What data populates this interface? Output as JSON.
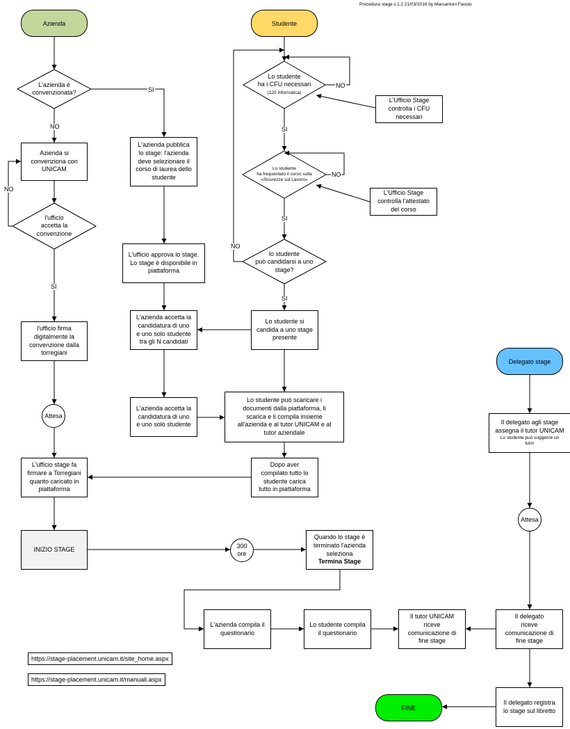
{
  "header": "Procedura stage v.1.2  21/03/2016 by Marcantoni Fausto",
  "colors": {
    "azienda": "#c4d79b",
    "studente": "#ffd966",
    "delegato": "#66c2ff",
    "fine": "#00ee00",
    "gray_box": "#f2f2f2"
  },
  "terminals": {
    "azienda": "Azienda",
    "studente": "Studente",
    "delegato": "Delegato stage",
    "fine": "FINE"
  },
  "azienda": {
    "dec_convenzionata": "L'azienda è\nconvenzionata?",
    "convenziona": "Azienda si\nconvenziona con\nUNICAM",
    "dec_ufficio_accetta": "l'ufficio\naccetta la\nconvenzione",
    "firma": "l'ufficio firma\ndigitalmente la\nconvenzione dalla\ntorregiani",
    "attesa": "Attesa",
    "fa_firmare": "L'ufficio stage fa\nfirmare a Torregiani\nquanto caricato in\npiattaforma",
    "inizio": "INIZIO STAGE",
    "pubblica": "L'azienda pubblica\nlo stage: l'azienda\ndeve selezionare il\ncorso di laurea dello\nstudente",
    "approva": "L'ufficio approva lo stage.\nLo stage è disponibile in\npiattaforma",
    "accetta1": "L'azienda accetta la\ncandidatura di uno\ne uno solo studente\ntra gli N candidati",
    "accetta2": "L'azienda accetta la\ncandidatura di uno\ne uno solo studente",
    "compila_q": "L'azienda compila il\nquestionario"
  },
  "studente": {
    "dec_cfu": "Lo studente\nha i CFU necessari",
    "dec_cfu_note": "(120 informatica)",
    "ufficio_cfu": "L'Ufficio Stage\ncontrolla i CFU\nnecessari",
    "dec_corso": "Lo studente\nha frequentato il corso sulla\n«Sicurezze sul Lavoro»",
    "ufficio_attestato": "L'Ufficio Stage\ncontrolla l'attestato\ndel corso",
    "dec_candidarsi": "lo studente\npuò candidarsi a uno\nstage?",
    "candida": "Lo studente si\ncandida a uno stage\npresente",
    "scarica": "Lo studente può scaricare i\ndocumenti dalla piattaforma, li\nscarica e li compila insieme\nall'azienda e al tutor UNICAM e al\ntutor aziendale",
    "carica": "Dopo aver\ncompilato tutto lo\nstudente carica\ntutto in piattaforma",
    "ore": "300\nore",
    "termina_prefix": "Quando lo stage è\nterminato l'azienda\nseleziona",
    "termina_bold": "Termina Stage",
    "compila_q": "Lo studente compila\nil questionario"
  },
  "tutor": {
    "riceve": "Il tutor UNICAM\nriceve\ncomunicazione di\nfine stage"
  },
  "delegato": {
    "assegna": "Il delegato agli stage\nassegna il tutor UNICAM",
    "assegna_note": "Lo studente può suggerire un\ntutor",
    "attesa": "Attesa",
    "riceve": "Il delegato\nriceve\ncomunicazione di\nfine stage",
    "registra": "Il delegato registra\nlo stage sul libretto"
  },
  "labels": {
    "si": "SI",
    "no": "NO"
  },
  "links": [
    "https://stage-placement.unicam.it/site_home.aspx",
    "https://stage-placement.unicam.it/manuali.aspx"
  ]
}
